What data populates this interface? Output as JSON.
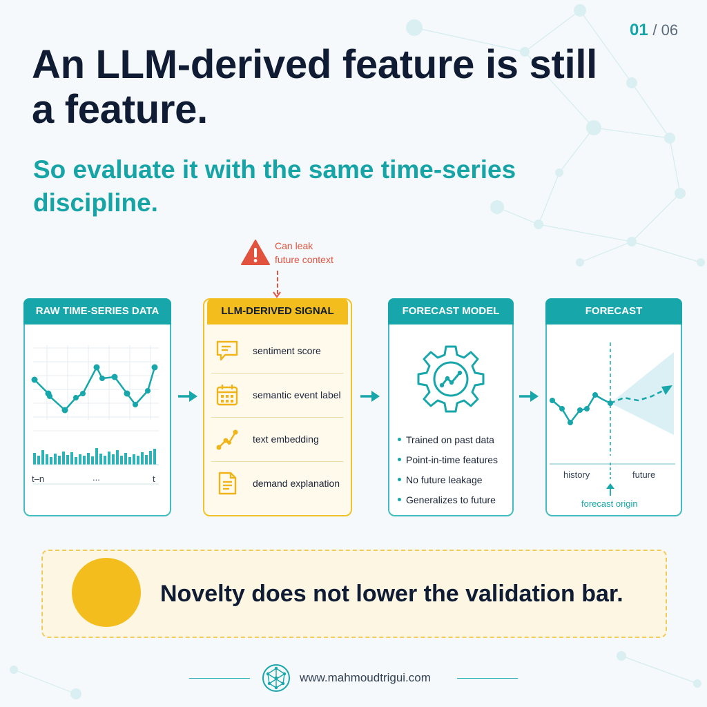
{
  "page": {
    "current": "01",
    "total": "/ 06"
  },
  "title": "An LLM-derived feature is still a feature.",
  "subtitle": "So evaluate it with the same time-series discipline.",
  "warning": {
    "line1": "Can leak",
    "line2": "future context",
    "icon": "warning-triangle-icon"
  },
  "colors": {
    "teal": "#17a6aa",
    "yellow": "#f3be1d",
    "navy": "#0f1c33",
    "warning": "#e2533f"
  },
  "raw_data": {
    "title": "RAW TIME-SERIES DATA",
    "axis_start": "t–n",
    "axis_mid": "...",
    "axis_end": "t"
  },
  "llm_signal": {
    "title": "LLM-DERIVED SIGNAL",
    "items": [
      {
        "label": "sentiment score",
        "icon": "chat-bubble-icon"
      },
      {
        "label": "semantic event label",
        "icon": "calendar-icon"
      },
      {
        "label": "text embedding",
        "icon": "vector-nodes-icon"
      },
      {
        "label": "demand explanation",
        "icon": "document-icon"
      }
    ]
  },
  "model": {
    "title": "FORECAST MODEL",
    "icon": "gear-chart-icon",
    "points": [
      "Trained on past data",
      "Point-in-time features",
      "No future leakage",
      "Generalizes to future"
    ]
  },
  "forecast": {
    "title": "FORECAST",
    "history_label": "history",
    "future_label": "future",
    "origin_label": "forecast origin"
  },
  "banner": {
    "text": "Novelty does not lower the validation bar.",
    "icon": "star-icon"
  },
  "footer": {
    "url": "www.mahmoudtrigui.com",
    "icon": "globe-network-icon"
  }
}
